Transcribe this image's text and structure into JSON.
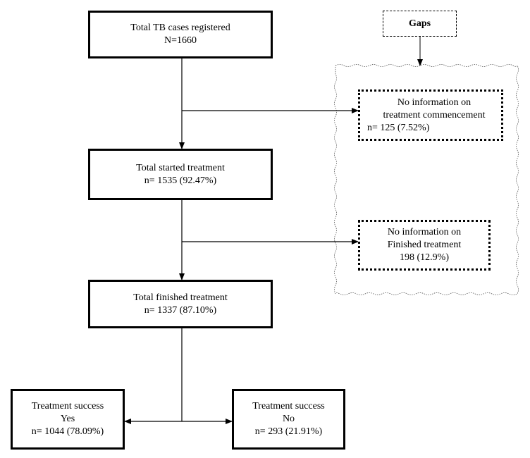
{
  "gaps_label": "Gaps",
  "nodes": {
    "registered": {
      "line1": "Total TB cases registered",
      "line2": "N=1660"
    },
    "started": {
      "line1": "Total started treatment",
      "line2": "n= 1535 (92.47%)"
    },
    "finished": {
      "line1": "Total finished treatment",
      "line2": "n= 1337 (87.10%)"
    },
    "no_info_start": {
      "line1": "No information on",
      "line2": "treatment commencement",
      "line3": "n= 125 (7.52%)"
    },
    "no_info_finish": {
      "line1": "No information on",
      "line2": "Finished treatment",
      "line3": "198 (12.9%)"
    },
    "success_yes": {
      "line1": "Treatment success",
      "line2": "Yes",
      "line3": "n= 1044 (78.09%)"
    },
    "success_no": {
      "line1": "Treatment success",
      "line2": "No",
      "line3": "n= 293 (21.91%)"
    }
  }
}
